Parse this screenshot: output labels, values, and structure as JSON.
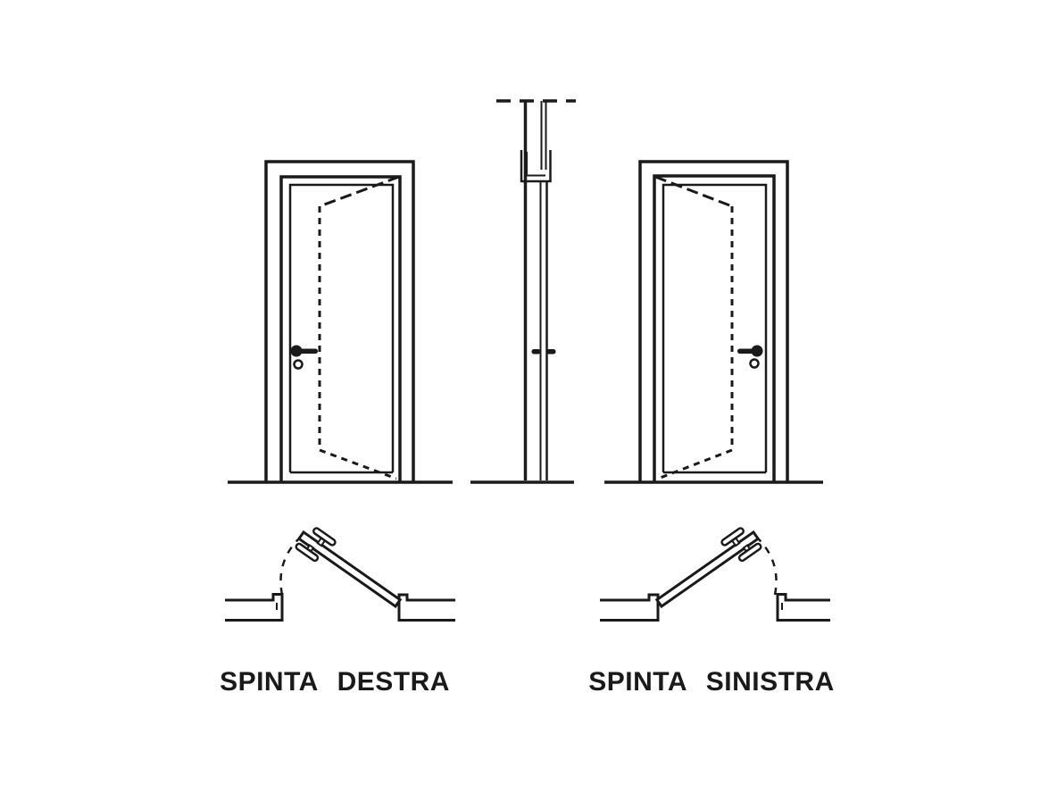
{
  "page": {
    "background": "#ffffff",
    "line_color": "#1a1a1a"
  },
  "labels": {
    "left": "SPINTA DESTRA",
    "right": "SPINTA SINISTRA"
  },
  "figures": {
    "left_elevation": "door-elevation-right-push-open",
    "center_section": "door-side-section-view",
    "right_elevation": "door-elevation-left-push-open",
    "left_plan": "door-plan-swing-right-push",
    "right_plan": "door-plan-swing-left-push"
  }
}
